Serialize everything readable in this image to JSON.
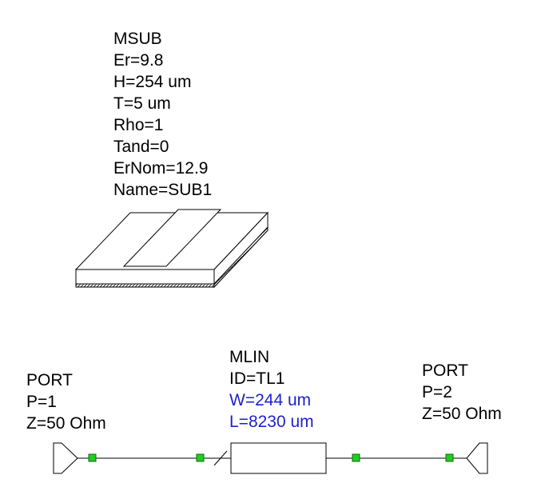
{
  "msub": {
    "lines": [
      "MSUB",
      "Er=9.8",
      "H=254 um",
      "T=5 um",
      "Rho=1",
      "Tand=0",
      "ErNom=12.9",
      "Name=SUB1"
    ]
  },
  "mlin": {
    "lines": [
      "MLIN",
      "ID=TL1",
      "W=244 um",
      "L=8230 um"
    ]
  },
  "port1": {
    "lines": [
      "PORT",
      "P=1",
      "Z=50 Ohm"
    ]
  },
  "port2": {
    "lines": [
      "PORT",
      "P=2",
      "Z=50 Ohm"
    ]
  },
  "colors": {
    "param_text": "#000000",
    "editable_param_text": "#1f1fd0",
    "node": "#22cc22",
    "wire": "#000000"
  }
}
